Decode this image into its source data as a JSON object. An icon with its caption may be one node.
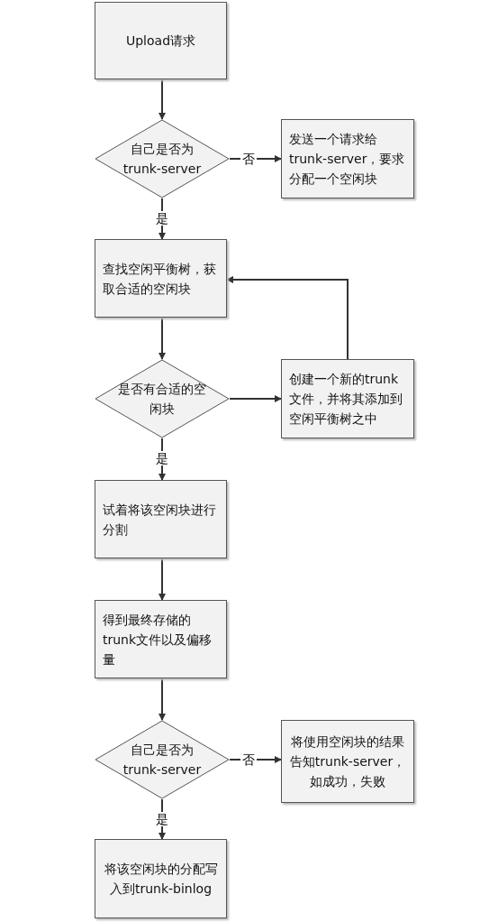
{
  "diagram": {
    "nodes": [
      {
        "text": [
          "Upload请求"
        ]
      },
      {
        "text": [
          "自己是否为trunk-server"
        ]
      },
      {
        "text": [
          "发送一个请求给trunk-server，要求分配一个空闲块"
        ]
      },
      {
        "text": [
          "查找空闲平衡树，获取合适的空闲块"
        ]
      },
      {
        "text": [
          "是否有合适的空闲块"
        ]
      },
      {
        "text": [
          "创建一个新的trunk文件，并将其添加到空闲平衡树之中"
        ]
      },
      {
        "text": [
          "试着将该空闲块进行分割"
        ]
      },
      {
        "text": [
          "得到最终存储的trunk文件以及偏移量"
        ]
      },
      {
        "text": [
          "自己是否为trunk-server"
        ]
      },
      {
        "text": [
          "将使用空闲块的结果告知trunk-server，如成功，失败"
        ]
      },
      {
        "text": [
          "将该空闲块的分配写入到trunk-binlog"
        ]
      }
    ],
    "edges": [
      {
        "from": 0,
        "to": 1,
        "arrow": "to"
      },
      {
        "from": 1,
        "to": 2,
        "arrow": "to",
        "label": "否"
      },
      {
        "from": 1,
        "to": 3,
        "arrow": "to",
        "label": "是"
      },
      {
        "from": 3,
        "to": 4,
        "arrow": "to"
      },
      {
        "from": 4,
        "to": 5,
        "arrow": "to"
      },
      {
        "from": 5,
        "to": 3,
        "arrow": "to"
      },
      {
        "from": 4,
        "to": 6,
        "arrow": "to",
        "label": "是"
      },
      {
        "from": 6,
        "to": 7,
        "arrow": "to"
      },
      {
        "from": 7,
        "to": 8,
        "arrow": "to"
      },
      {
        "from": 8,
        "to": 9,
        "arrow": "to",
        "label": "否"
      },
      {
        "from": 8,
        "to": 10,
        "arrow": "to",
        "label": "是"
      }
    ]
  }
}
